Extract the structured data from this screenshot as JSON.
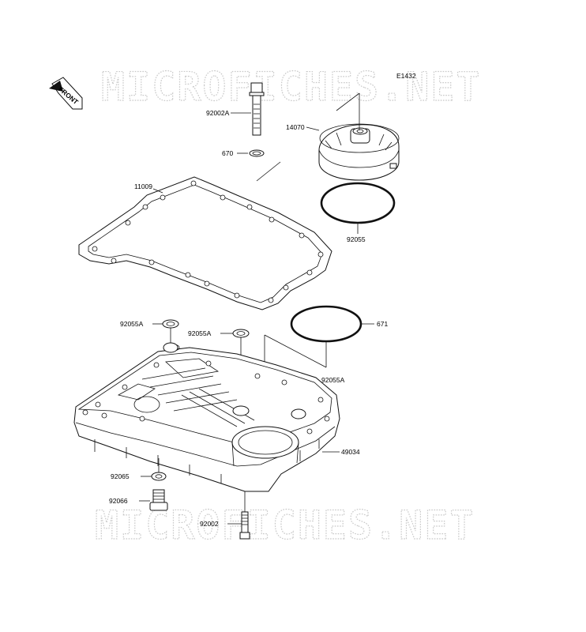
{
  "diagram_code": "E1432",
  "front_marker": "FRONT",
  "watermarks": [
    "MICROFICHES.NET",
    "MICROFICHES.NET"
  ],
  "callouts": [
    {
      "id": "92002A",
      "text": "92002A"
    },
    {
      "id": "670",
      "text": "670"
    },
    {
      "id": "14070",
      "text": "14070"
    },
    {
      "id": "11009",
      "text": "11009"
    },
    {
      "id": "92055",
      "text": "92055"
    },
    {
      "id": "92055A_1",
      "text": "92055A"
    },
    {
      "id": "92055A_2",
      "text": "92055A"
    },
    {
      "id": "671",
      "text": "671"
    },
    {
      "id": "92055A_3",
      "text": "92055A"
    },
    {
      "id": "49034",
      "text": "49034"
    },
    {
      "id": "92065",
      "text": "92065"
    },
    {
      "id": "92066",
      "text": "92066"
    },
    {
      "id": "92002",
      "text": "92002"
    }
  ]
}
